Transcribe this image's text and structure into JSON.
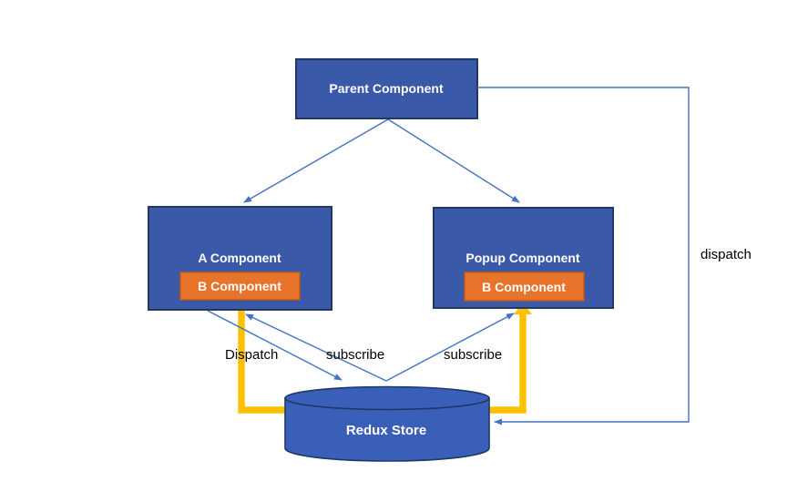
{
  "diagram": {
    "nodes": {
      "parent": {
        "label": "Parent Component"
      },
      "a_component": {
        "label": "A Component"
      },
      "b_component_left": {
        "label": "B Component"
      },
      "popup_component": {
        "label": "Popup Component"
      },
      "b_component_right": {
        "label": "B Component"
      },
      "redux_store": {
        "label": "Redux Store"
      }
    },
    "edge_labels": {
      "dispatch_left": "Dispatch",
      "subscribe_left": "subscribe",
      "subscribe_right": "subscribe",
      "dispatch_right": "dispatch"
    },
    "colors": {
      "node_fill": "#3A59A8",
      "node_border": "#1F3864",
      "accent_fill": "#E8732A",
      "accent_border": "#C55A11",
      "store_fill": "#3A5FB8",
      "store_border": "#1F3864",
      "line_blue": "#4472C4",
      "thick_arrow_gold": "#FFC000",
      "edge_text": "#000000",
      "node_text": "#FFFFFF"
    }
  }
}
